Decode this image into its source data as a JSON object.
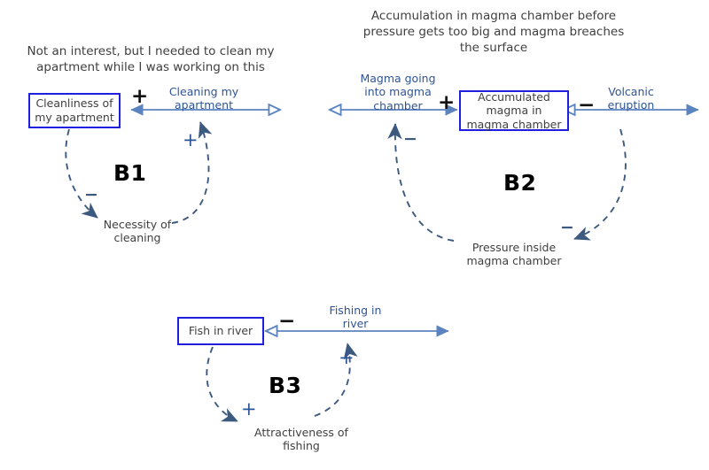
{
  "diagram": {
    "title_kind": "causal-loop-diagram",
    "colors": {
      "stock_border": "#1f1fe0",
      "flow_blue": "#5b83c0",
      "flow_label": "#2f5496",
      "link_slate": "#3c5a80",
      "text_dark": "#3f3f3f",
      "loop_id": "#000000",
      "background": "#ffffff"
    }
  },
  "loops": [
    {
      "id": "B1",
      "caption": "Not an interest, but I needed to clean my\napartment while I was working on this",
      "stock": "Cleanliness of\nmy apartment",
      "flow": "Cleaning my\napartment",
      "flow_sign": "+",
      "aux": "Necessity of\ncleaning",
      "link_stock_to_aux_sign": "−",
      "link_aux_to_flow_sign": "+"
    },
    {
      "id": "B2",
      "caption": "Accumulation in magma chamber before\npressure gets too big and magma breaches\nthe surface",
      "stock": "Accumulated\nmagma in\nmagma chamber",
      "inflow": "Magma going\ninto magma\nchamber",
      "inflow_sign": "+",
      "outflow": "Volcanic\neruption",
      "outflow_sign": "−",
      "aux": "Pressure inside\nmagma chamber",
      "link_aux_to_inflow_sign": "−",
      "link_stock_to_aux_sign": "−"
    },
    {
      "id": "B3",
      "caption": "",
      "stock": "Fish in river",
      "flow": "Fishing in\nriver",
      "flow_sign": "−",
      "aux": "Attractiveness of\nfishing",
      "link_stock_to_aux_sign": "+",
      "link_aux_to_flow_sign": "+"
    }
  ]
}
